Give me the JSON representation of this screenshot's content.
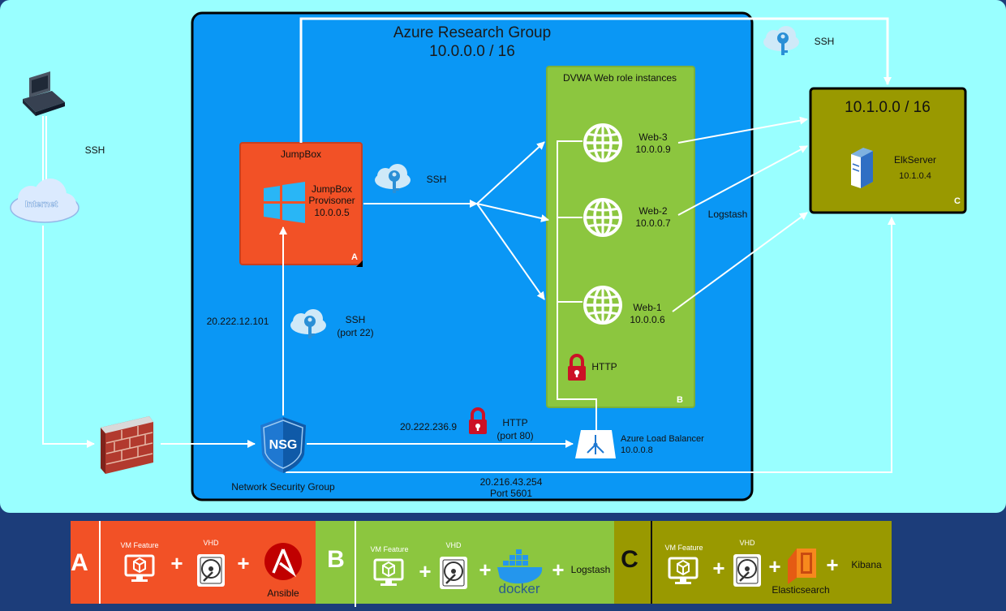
{
  "azure": {
    "title": "Azure Research Group",
    "cidr": "10.0.0.0 / 16"
  },
  "jumpbox": {
    "title": "JumpBox",
    "name_line1": "JumpBox",
    "name_line2": "Provisoner",
    "ip": "10.0.0.5",
    "tag": "A"
  },
  "dvwa": {
    "title": "DVWA Web role instances",
    "tag": "B"
  },
  "web": [
    {
      "name": "Web-3",
      "ip": "10.0.0.9"
    },
    {
      "name": "Web-2",
      "ip": "10.0.0.7"
    },
    {
      "name": "Web-1",
      "ip": "10.0.0.6"
    }
  ],
  "elk": {
    "cidr": "10.1.0.0 / 16",
    "name": "ElkServer",
    "ip": "10.1.0.4",
    "tag": "C"
  },
  "labels": {
    "ssh_top": "SSH",
    "ssh_left": "SSH",
    "ssh_inner": "SSH",
    "ssh_port_1": "SSH",
    "ssh_port_2": "(port 22)",
    "internet": "Internet",
    "jump_public_ip": "20.222.12.101",
    "lb_public_ip": "20.222.236.9",
    "http_port_1": "HTTP",
    "http_port_2": "(port 80)",
    "http_inner": "HTTP",
    "logstash": "Logstash",
    "lb_name": "Azure Load Balancer",
    "lb_ip": "10.0.0.8",
    "nsg": "NSG",
    "nsg_name": "Network Security Group",
    "kibana_ip": "20.216.43.254",
    "kibana_port": "Port 5601"
  },
  "legend": {
    "a": {
      "letter": "A",
      "vm": "VM Feature",
      "vhd": "VHD",
      "extra": "Ansible"
    },
    "b": {
      "letter": "B",
      "vm": "VM Feature",
      "vhd": "VHD",
      "extra": "docker",
      "extra2": "Logstash"
    },
    "c": {
      "letter": "C",
      "vm": "VM Feature",
      "vhd": "VHD",
      "extra": "Elasticsearch",
      "extra2": "Kibana"
    }
  },
  "colors": {
    "outer": "#99ffff",
    "azure": "#0a97f5",
    "jumpbox": "#f25126",
    "dvwa": "#8cc63f",
    "elk": "#999900",
    "legend_a": "#f25126",
    "legend_b": "#8cc63f",
    "legend_c": "#999900"
  },
  "icons": [
    "computer-icon",
    "cloud-icon",
    "firewall-icon",
    "nsg-shield-icon",
    "windows-icon",
    "globe-icon",
    "key-cloud-icon",
    "lock-icon",
    "load-balancer-icon",
    "server-icon",
    "vm-icon",
    "vhd-icon",
    "ansible-icon",
    "docker-icon",
    "elasticsearch-icon"
  ]
}
